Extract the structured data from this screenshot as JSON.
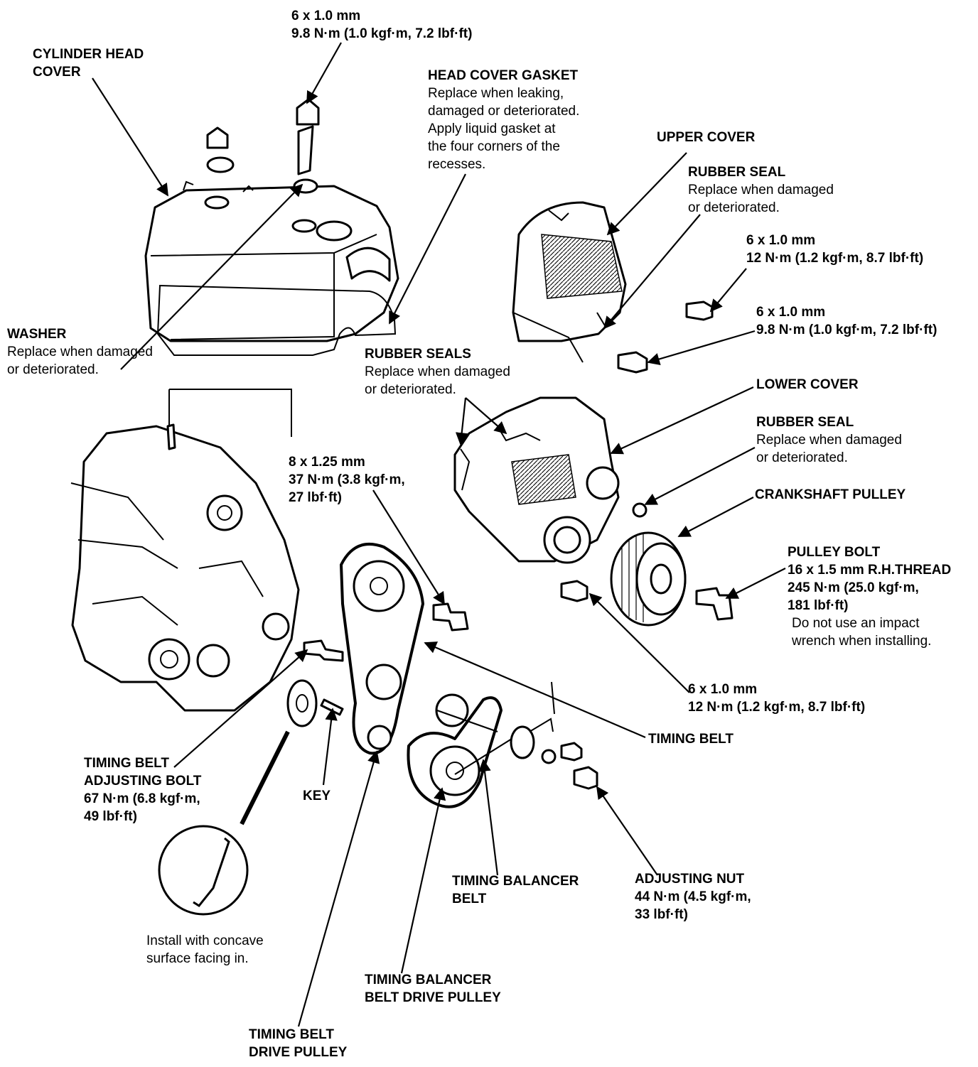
{
  "labels": {
    "top_bolt": [
      "6 x 1.0 mm",
      "9.8 N·m (1.0 kgf·m, 7.2 lbf·ft)"
    ],
    "cyl_head_cover": [
      "CYLINDER HEAD",
      "COVER"
    ],
    "head_cover_gasket": {
      "title": "HEAD COVER GASKET",
      "desc": [
        "Replace when leaking,",
        "damaged or deteriorated.",
        "Apply liquid gasket at",
        "the four corners of the",
        "recesses."
      ]
    },
    "upper_cover": "UPPER COVER",
    "rubber_seal_upper": {
      "title": "RUBBER SEAL",
      "desc": [
        "Replace when damaged",
        "or deteriorated."
      ]
    },
    "upper_bolt_a": [
      "6 x 1.0 mm",
      "12 N·m (1.2 kgf·m, 8.7 lbf·ft)"
    ],
    "upper_bolt_b": [
      "6 x 1.0 mm",
      "9.8 N·m (1.0 kgf·m, 7.2 lbf·ft)"
    ],
    "washer": {
      "title": "WASHER",
      "desc": [
        "Replace when damaged",
        "or deteriorated."
      ]
    },
    "rubber_seals": {
      "title": "RUBBER SEALS",
      "desc": [
        "Replace when damaged",
        "or deteriorated."
      ]
    },
    "lower_cover": "LOWER COVER",
    "rubber_seal_lower": {
      "title": "RUBBER SEAL",
      "desc": [
        "Replace when damaged",
        "or deteriorated."
      ]
    },
    "crankshaft_pulley": "CRANKSHAFT PULLEY",
    "cam_bolt": [
      "8 x 1.25 mm",
      "37 N·m (3.8 kgf·m,",
      "27 lbf·ft)"
    ],
    "pulley_bolt": {
      "title": [
        "PULLEY BOLT",
        "16 x 1.5 mm R.H.THREAD",
        "245 N·m (25.0 kgf·m,",
        "181 lbf·ft)"
      ],
      "desc": [
        "Do not use an impact",
        "wrench when installing."
      ]
    },
    "lower_bolt": [
      "6 x 1.0 mm",
      "12 N·m (1.2 kgf·m, 8.7 lbf·ft)"
    ],
    "timing_belt": "TIMING BELT",
    "adjusting_bolt": [
      "TIMING BELT",
      "ADJUSTING BOLT",
      "67 N·m (6.8 kgf·m,",
      "49 lbf·ft)"
    ],
    "key": "KEY",
    "concave_note": [
      "Install with concave",
      "surface facing in."
    ],
    "balancer_belt": [
      "TIMING BALANCER",
      "BELT"
    ],
    "adjusting_nut": [
      "ADJUSTING NUT",
      "44 N·m (4.5 kgf·m,",
      "33 lbf·ft)"
    ],
    "balancer_drive_pulley": [
      "TIMING BALANCER",
      "BELT DRIVE PULLEY"
    ],
    "drive_pulley": [
      "TIMING BELT",
      "DRIVE PULLEY"
    ]
  }
}
